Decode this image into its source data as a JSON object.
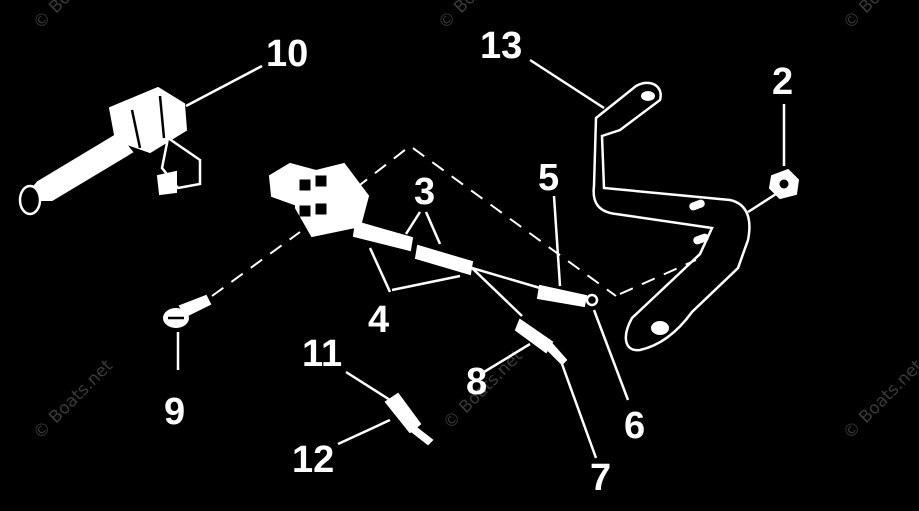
{
  "watermark": "© Boats.net",
  "callouts": {
    "c1": "10",
    "c2": "13",
    "c3": "2",
    "c4": "5",
    "c5": "3",
    "c6": "4",
    "c7": "9",
    "c8": "11",
    "c9": "8",
    "c10": "6",
    "c11": "12",
    "c12": "7"
  }
}
